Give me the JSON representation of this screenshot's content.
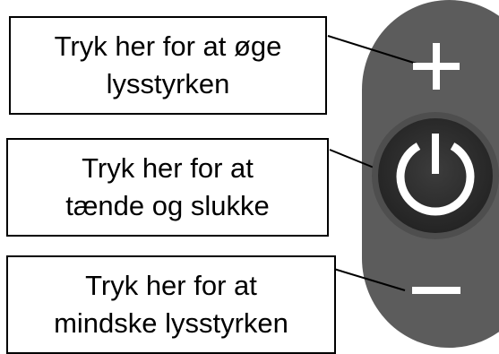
{
  "callouts": {
    "increase_brightness": "Tryk her for at øge\nlysstyrken",
    "power_toggle": "Tryk her for at\ntænde og slukke",
    "decrease_brightness": "Tryk her for at\nmindske lysstyrken"
  },
  "buttons": {
    "plus_icon": "plus-icon",
    "power_icon": "power-icon",
    "minus_icon": "minus-icon"
  },
  "colors": {
    "remote_body": "#5c5c5c",
    "power_button": "#2f2f2f",
    "icon": "#ffffff",
    "callout_border": "#000000"
  }
}
